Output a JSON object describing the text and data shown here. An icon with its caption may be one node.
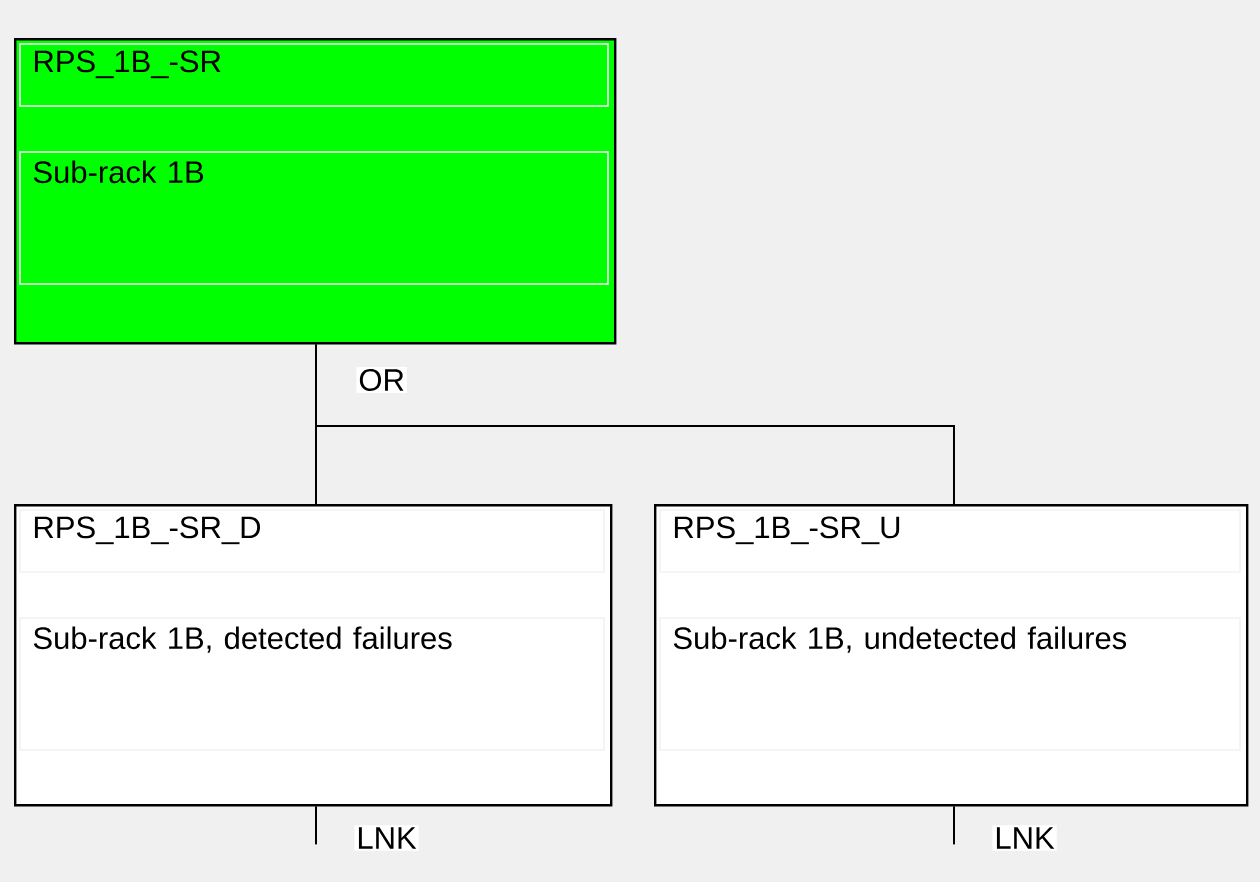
{
  "diagram": {
    "nodes": [
      {
        "text": [
          "RPS_1B_-SR",
          "Sub-rack 1B"
        ]
      },
      {
        "text": [
          "RPS_1B_-SR_D",
          "Sub-rack 1B, detected failures"
        ]
      },
      {
        "text": [
          "RPS_1B_-SR_U",
          "Sub-rack 1B, undetected failures"
        ]
      }
    ],
    "edges": [
      {
        "from": 0,
        "to": 1,
        "arrow": "none",
        "label": "OR"
      },
      {
        "from": 0,
        "to": 2,
        "arrow": "none"
      },
      {
        "from": 1,
        "to": null,
        "arrow": "none",
        "label": "LNK"
      },
      {
        "from": 2,
        "to": null,
        "arrow": "none",
        "label": "LNK"
      }
    ]
  }
}
